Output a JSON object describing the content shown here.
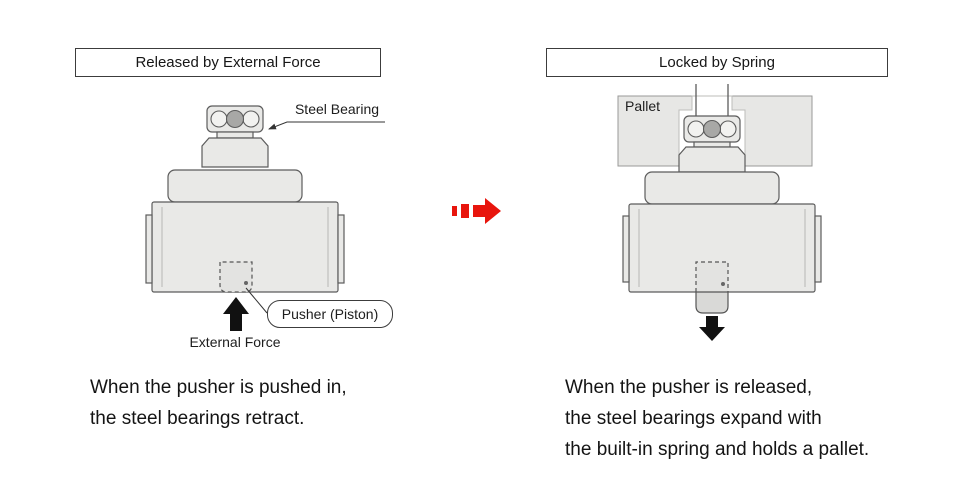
{
  "colors": {
    "accent_red": "#e8150d",
    "body_fill": "#e9e9e7",
    "pallet_fill": "#e7e7e5",
    "outline": "#5c5c5c",
    "arrow_black": "#111111"
  },
  "left_panel": {
    "title": "Released by External Force",
    "labels": {
      "steel_bearing": "Steel Bearing",
      "pusher": "Pusher (Piston)",
      "external_force": "External Force"
    },
    "caption_lines": [
      "When the pusher is pushed in,",
      "the steel bearings retract."
    ]
  },
  "right_panel": {
    "title": "Locked by Spring",
    "labels": {
      "pallet": "Pallet"
    },
    "caption_lines": [
      "When the pusher is released,",
      "the steel bearings expand with",
      "the built-in spring and holds a pallet."
    ]
  }
}
